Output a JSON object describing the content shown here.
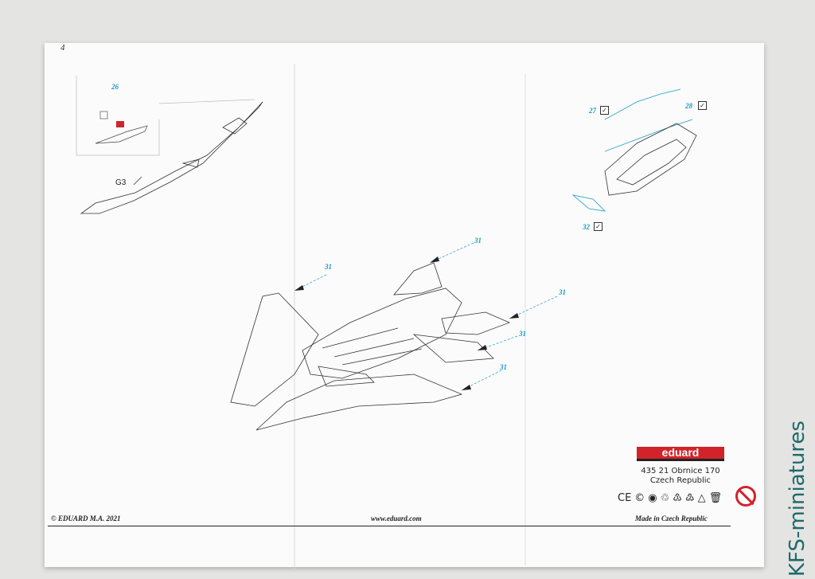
{
  "page": {
    "number": "4"
  },
  "labels": {
    "part_g3": "G3",
    "callout_26": "26",
    "callout_27": "27",
    "callout_28": "28",
    "callout_32": "32",
    "callout_31": "31"
  },
  "brand": {
    "name": "eduard",
    "address_line1": "435 21 Obrnice 170",
    "address_line2": "Czech Republic"
  },
  "footer": {
    "copyright": "© EDUARD  M.A. 2021",
    "website": "www.eduard.com",
    "made_in": "Made in Czech Republic"
  },
  "watermark": {
    "text": "KFS-miniatures"
  },
  "colors": {
    "callout_blue": "#1a9ac9",
    "brand_red": "#d2232a"
  }
}
